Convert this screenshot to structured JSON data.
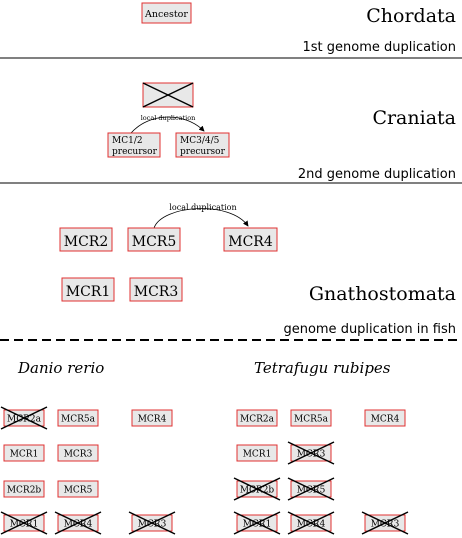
{
  "style": {
    "box_fill": "#e8e8e8",
    "box_border": "#e03030",
    "line_color": "#000000"
  },
  "sections": [
    {
      "taxon": "Chordata",
      "event": "1st genome duplication"
    },
    {
      "taxon": "Craniata",
      "event": "2nd genome duplication"
    },
    {
      "taxon": "Gnathostomata",
      "event": "genome duplication in fish"
    }
  ],
  "boxes": {
    "ancestor": "Ancestor",
    "lost": "",
    "mc12_line1": "MC1/2",
    "mc12_line2": "precursor",
    "mc345_line1": "MC3/4/5",
    "mc345_line2": "precursor",
    "mcr2": "MCR2",
    "mcr5": "MCR5",
    "mcr4": "MCR4",
    "mcr1": "MCR1",
    "mcr3": "MCR3"
  },
  "arrows": {
    "craniata_local": "local duplication",
    "gnathostomata_local": "local duplication"
  },
  "species": [
    {
      "name": "Danio rerio",
      "genes": [
        {
          "label": "MCR2a",
          "lost": true
        },
        {
          "label": "MCR5a",
          "lost": false
        },
        {
          "label": "MCR4",
          "lost": false
        },
        {
          "label": "MCR1",
          "lost": false
        },
        {
          "label": "MCR3",
          "lost": false
        },
        {
          "label": "MCR2b",
          "lost": false
        },
        {
          "label": "MCR5",
          "lost": false
        },
        {
          "label": "MCR1",
          "lost": true
        },
        {
          "label": "MCR4",
          "lost": true
        },
        {
          "label": "MCR3",
          "lost": true
        }
      ]
    },
    {
      "name": "Tetrafugu rubipes",
      "genes": [
        {
          "label": "MCR2a",
          "lost": false
        },
        {
          "label": "MCR5a",
          "lost": false
        },
        {
          "label": "MCR4",
          "lost": false
        },
        {
          "label": "MCR1",
          "lost": false
        },
        {
          "label": "MCR3",
          "lost": true
        },
        {
          "label": "MCR2b",
          "lost": true
        },
        {
          "label": "MCR5",
          "lost": true
        },
        {
          "label": "MCR1",
          "lost": true
        },
        {
          "label": "MCR4",
          "lost": true
        },
        {
          "label": "MCR3",
          "lost": true
        }
      ]
    }
  ]
}
